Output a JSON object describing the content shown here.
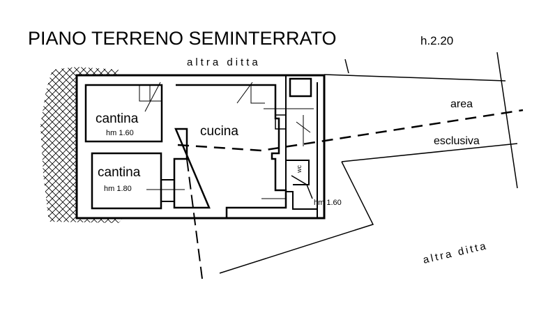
{
  "title": "PIANO TERRENO SEMINTERRATO",
  "height_note": "h.2.20",
  "labels": {
    "neighbor_top": "altra ditta",
    "neighbor_bottom": "altra ditta",
    "area_line1": "area",
    "area_line2": "esclusiva"
  },
  "rooms": [
    {
      "name": "cantina",
      "height": "hm 1.60"
    },
    {
      "name": "cantina",
      "height": "hm 1.80"
    },
    {
      "name": "cucina"
    },
    {
      "name": "wc"
    }
  ],
  "side_height": "hm 1.60"
}
